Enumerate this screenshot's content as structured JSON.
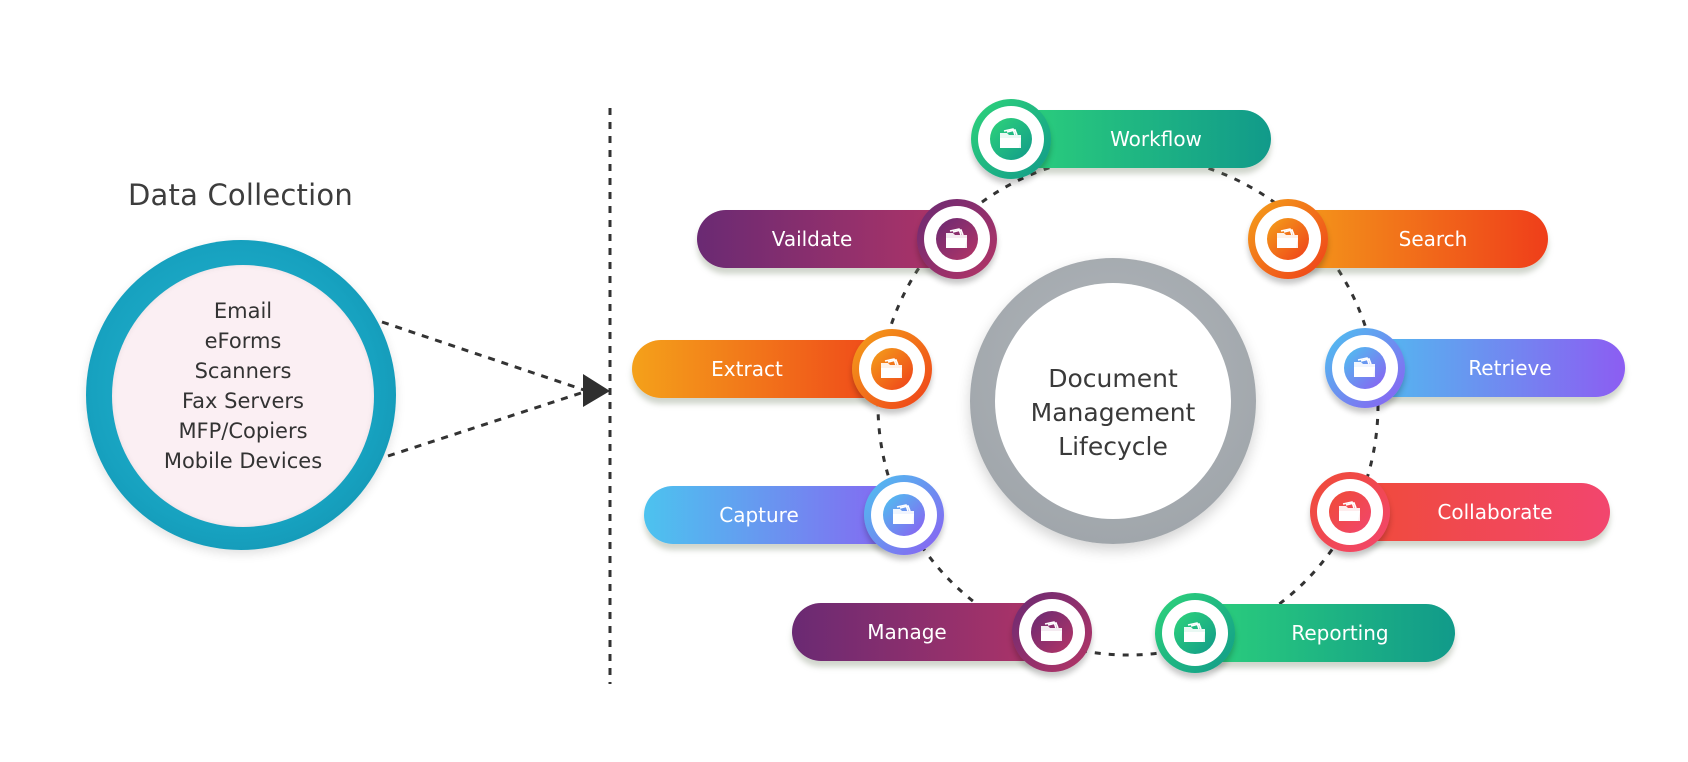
{
  "data_collection": {
    "title": "Data Collection",
    "sources": [
      "Email",
      "eForms",
      "Scanners",
      "Fax Servers",
      "MFP/Copiers",
      "Mobile Devices"
    ]
  },
  "hub": {
    "line1": "Document",
    "line2": "Management",
    "line3": "Lifecycle"
  },
  "colors": {
    "data_ring": "#17a2c0",
    "hub_ring": "#a2a7ac",
    "green": [
      "#2ed47a",
      "#119a8a"
    ],
    "orange": [
      "#f4a11a",
      "#ef3e1a"
    ],
    "purple": [
      "#6a2a73",
      "#b53566"
    ],
    "blue": [
      "#4cc3ef",
      "#8c5df2"
    ],
    "red": [
      "#ef4b35",
      "#f2466e"
    ]
  },
  "stages": [
    {
      "label": "Workflow",
      "icon": "folder-icon",
      "scheme": "green"
    },
    {
      "label": "Search",
      "icon": "folder-icon",
      "scheme": "orange"
    },
    {
      "label": "Retrieve",
      "icon": "folder-icon",
      "scheme": "blue"
    },
    {
      "label": "Collaborate",
      "icon": "folder-icon",
      "scheme": "red"
    },
    {
      "label": "Reporting",
      "icon": "folder-icon",
      "scheme": "green"
    },
    {
      "label": "Manage",
      "icon": "folder-icon",
      "scheme": "purple"
    },
    {
      "label": "Capture",
      "icon": "folder-icon",
      "scheme": "blue"
    },
    {
      "label": "Extract",
      "icon": "folder-icon",
      "scheme": "orange"
    },
    {
      "label": "Vaildate",
      "icon": "folder-icon",
      "scheme": "purple"
    }
  ]
}
